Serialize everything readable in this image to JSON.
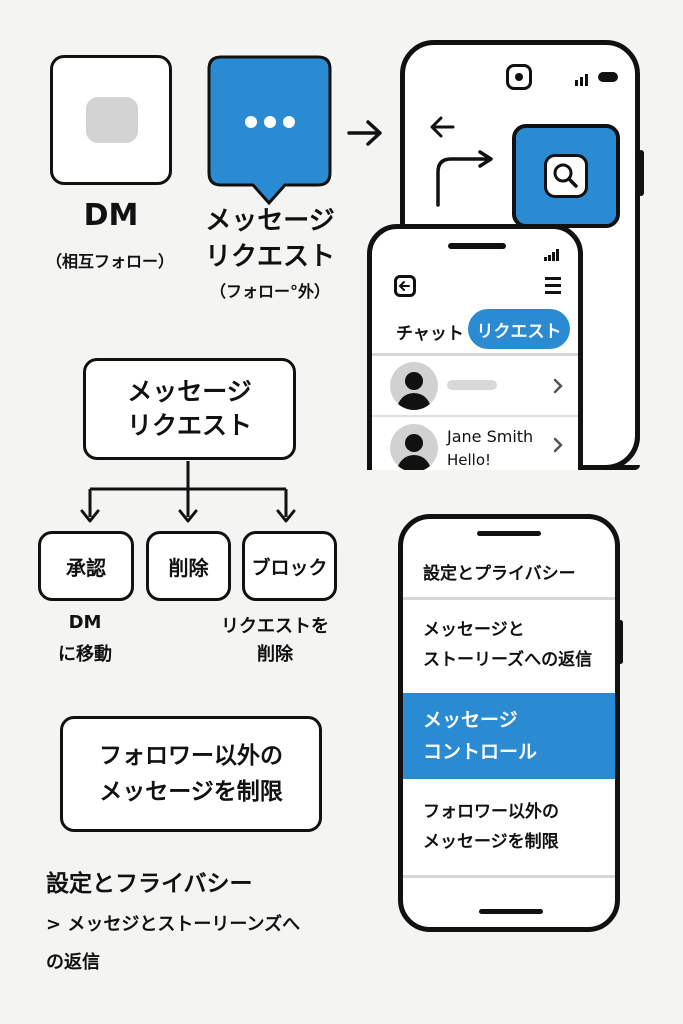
{
  "dm": {
    "label": "DM",
    "sub": "（相互フォロー）"
  },
  "request": {
    "line1": "メッセージ",
    "line2": "リクエスト",
    "sub": "（フォロー°外）"
  },
  "phone1": {
    "tab_chat": "チャット",
    "tab_request": "リクエスト",
    "contact_name": "Jane Smith",
    "contact_message": "Hello!"
  },
  "flow": {
    "root_line1": "メッセージ",
    "root_line2": "リクエスト",
    "options": [
      "承認",
      "削除",
      "ブロック"
    ],
    "approve_note_line1": "DM",
    "approve_note_line2": "に移動",
    "block_note_line1": "リクエストを",
    "block_note_line2": "削除"
  },
  "restrict_box": {
    "line1": "フォロワー以外の",
    "line2": "メッセージを制限"
  },
  "settings_path": {
    "title": "設定とフライバシー",
    "line1": "> メッセジとストーリーンズへ",
    "line2": "の返信"
  },
  "phone2": {
    "header": "設定とプライバシー",
    "item1_line1": "メッセージと",
    "item1_line2": "ストーリーズへの返信",
    "item2_line1": "メッセージ",
    "item2_line2": "コントロール",
    "item3_line1": "フォロワー以外の",
    "item3_line2": "メッセージを制限"
  },
  "colors": {
    "accent": "#2a8bd2",
    "ink": "#111111",
    "background": "#f4f4f3"
  }
}
